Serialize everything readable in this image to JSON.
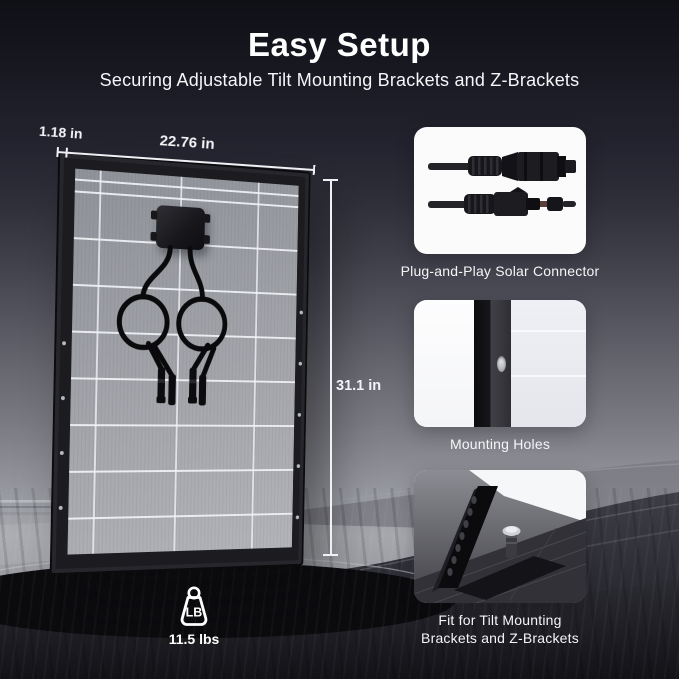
{
  "header": {
    "title": "Easy Setup",
    "subtitle": "Securing Adjustable Tilt Mounting Brackets and Z-Brackets"
  },
  "panel": {
    "dimensions": {
      "frame_thickness": "1.18 in",
      "width": "22.76 in",
      "height": "31.1 in"
    },
    "weight": {
      "unit": "LB",
      "value": "11.5 lbs"
    }
  },
  "features": [
    {
      "caption": "Plug-and-Play Solar Connector"
    },
    {
      "caption": "Mounting Holes"
    },
    {
      "caption": "Fit for Tilt Mounting Brackets and Z-Brackets"
    }
  ],
  "colors": {
    "text": "#ffffff",
    "card_background": "#fbfbfc",
    "panel_frame": "#1b1b20",
    "panel_backsheet": "#9da0a6",
    "background_top": "#0f0f16",
    "background_horizon": "#a2a3a9",
    "background_bottom": "#17171b"
  }
}
